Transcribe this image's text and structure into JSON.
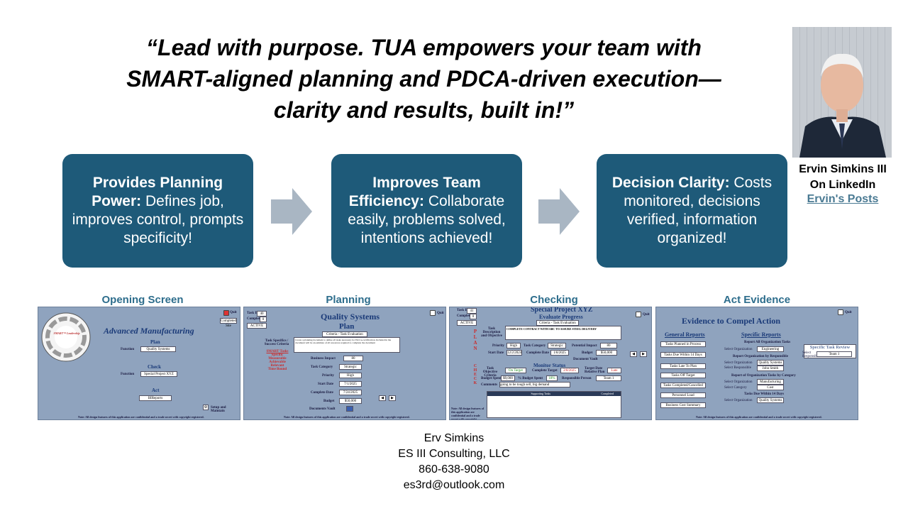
{
  "quote": {
    "line1": "“Lead with purpose. TUA empowers your team with",
    "line2": "SMART-aligned planning and PDCA-driven execution—",
    "line3": "clarity and results, built in!”"
  },
  "profile": {
    "name_line1": "Ervin Simkins III",
    "name_line2": "On LinkedIn",
    "link": "Ervin's Posts"
  },
  "benefits": [
    {
      "bold": "Provides Planning Power:",
      "text": " Defines job, improves control, prompts specificity!"
    },
    {
      "bold": "Improves Team Efficiency:",
      "text": " Collaborate easily, problems solved, intentions achieved!"
    },
    {
      "bold": "Decision Clarity:",
      "text": " Costs monitored, decisions verified, information organized!"
    }
  ],
  "screens": {
    "opening": {
      "label": "Opening Screen",
      "title": "Advanced Manufacturing",
      "logo": "SMART™ Leadership",
      "plan": "Plan",
      "function_label": "Function",
      "plan_value": "Quality Systems",
      "check": "Check",
      "check_value": "Special Project XYZ",
      "act": "Act",
      "act_value": "BIReports",
      "completed": "Completed Site",
      "quit": "Quit",
      "setup": "Setup and Maintain",
      "note": "Note: All design features of this application are confidential and a trade secret with copyright registered."
    },
    "planning": {
      "label": "Planning",
      "title": "Quality Systems",
      "subtitle": "Plan",
      "criteria": "Criteria - Task Evaluation",
      "spec_head": "Task Specifics / Success Criteria",
      "smart_head": "SMART Tasks",
      "smart": [
        "Specific",
        "Measurable",
        "Achievable",
        "Relevant",
        "Time Bound"
      ],
      "fields": [
        "Business Impact",
        "Task Category",
        "Priority",
        "Start Date",
        "Complete Date",
        "Budget",
        "Documents Vault"
      ],
      "values": [
        "80",
        "Strategic",
        "High",
        "7/1/2025",
        "7/24/2025",
        "$50,000",
        ""
      ],
      "side": [
        "Task ID",
        "Completed",
        "ACTIVE"
      ],
      "side_values": [
        "40",
        "0",
        ""
      ],
      "desc": "Create a planning document to define all tasks necessary for ISO re-certification. Included in the document will be an estimate of all resources required to complete the document",
      "quit": "Quit",
      "note": "Note: All design features of this application are confidential and a trade secret with copyright registered."
    },
    "checking": {
      "label": "Checking",
      "title": "Special Project XYZ",
      "subtitle": "Evaluate Progress",
      "criteria": "Criteria - Task Evaluation",
      "plan_letters": [
        "P",
        "L",
        "A",
        "N"
      ],
      "check_letters": [
        "C",
        "H",
        "E",
        "C",
        "K"
      ],
      "task_desc": "COMPLETE CONTRACT WITH ABC TO ASSURE STEEL DELIVERY",
      "monitor": "Monitor Status",
      "fields": [
        "Task Description and Objective",
        "Priority",
        "Task Category",
        "Potential Impact",
        "Start Date",
        "Complete Date",
        "Budget",
        "Document Vault"
      ],
      "values": [
        "",
        "High",
        "Strategic",
        "80",
        "12/2/2024",
        "1/8/2025",
        "$50,000",
        ""
      ],
      "side": [
        "Task ID",
        "Completed",
        "ACTIVE"
      ],
      "side_values": [
        "41",
        "0",
        ""
      ],
      "objective": "On Target",
      "objective_label": "Task Objective Criteria",
      "complete_target": "Complete Target",
      "complete_target_value": "2/8/2025",
      "target_date": "Target Date Relative Plan",
      "late": "Late",
      "budget_spent": "Budget Spent",
      "budget_spent_value": "$9,000",
      "pct_budget": "% Budget Spent",
      "pct_value": "18%",
      "responsible": "Responsible Person",
      "responsible_value": "Team 1",
      "comments": "Comments",
      "comments_value": "going to be tough sell, big demand",
      "supporting": "Supporting Tasks",
      "completed_col": "Completed",
      "quit": "Quit",
      "note": "Note: All design features of this application are confidential and a trade secret with copyright registered."
    },
    "act": {
      "label": "Act Evidence",
      "title": "Evidence to Compel Action",
      "general": "General Reports",
      "general_items": [
        "Tasks Planned in Process",
        "Tasks Due Within 14 Days",
        "Tasks Late To Plan",
        "Tasks Off Target",
        "Tasks Completed/Cancelled",
        "Personnel Load",
        "Business Cost Summary"
      ],
      "specific": "Specific Reports",
      "report_all": "Report All Organization Tasks",
      "select_org": "Select Organization",
      "org_value": "Engineering",
      "report_resp": "Report Organization by Responsible",
      "org2_value": "Quality Systems",
      "select_resp": "Select Responsible",
      "resp_value": "John Smith",
      "report_cat": "Report of Organization Tasks by Category",
      "org3_value": "Manufacturing",
      "select_cat": "Select Category",
      "cat_value": "Cost",
      "due14": "Tasks Due Within 14 Days",
      "org4_value": "Quality Systems",
      "task_review": "Specific Task Review",
      "review_value": "Team 1",
      "select_lbl": "Select Responsible",
      "quit": "Quit",
      "note": "Note: All design features of this application are confidential and a trade secret with copyright registered."
    }
  },
  "contact": {
    "name": "Erv Simkins",
    "company": "ES III Consulting, LLC",
    "phone": "860-638-9080",
    "email": "es3rd@outlook.com"
  },
  "colors": {
    "box": "#1e5a79",
    "arrow": "#a9b6c3",
    "label": "#2d6d8c",
    "screen_bg": "#8fa3be"
  }
}
